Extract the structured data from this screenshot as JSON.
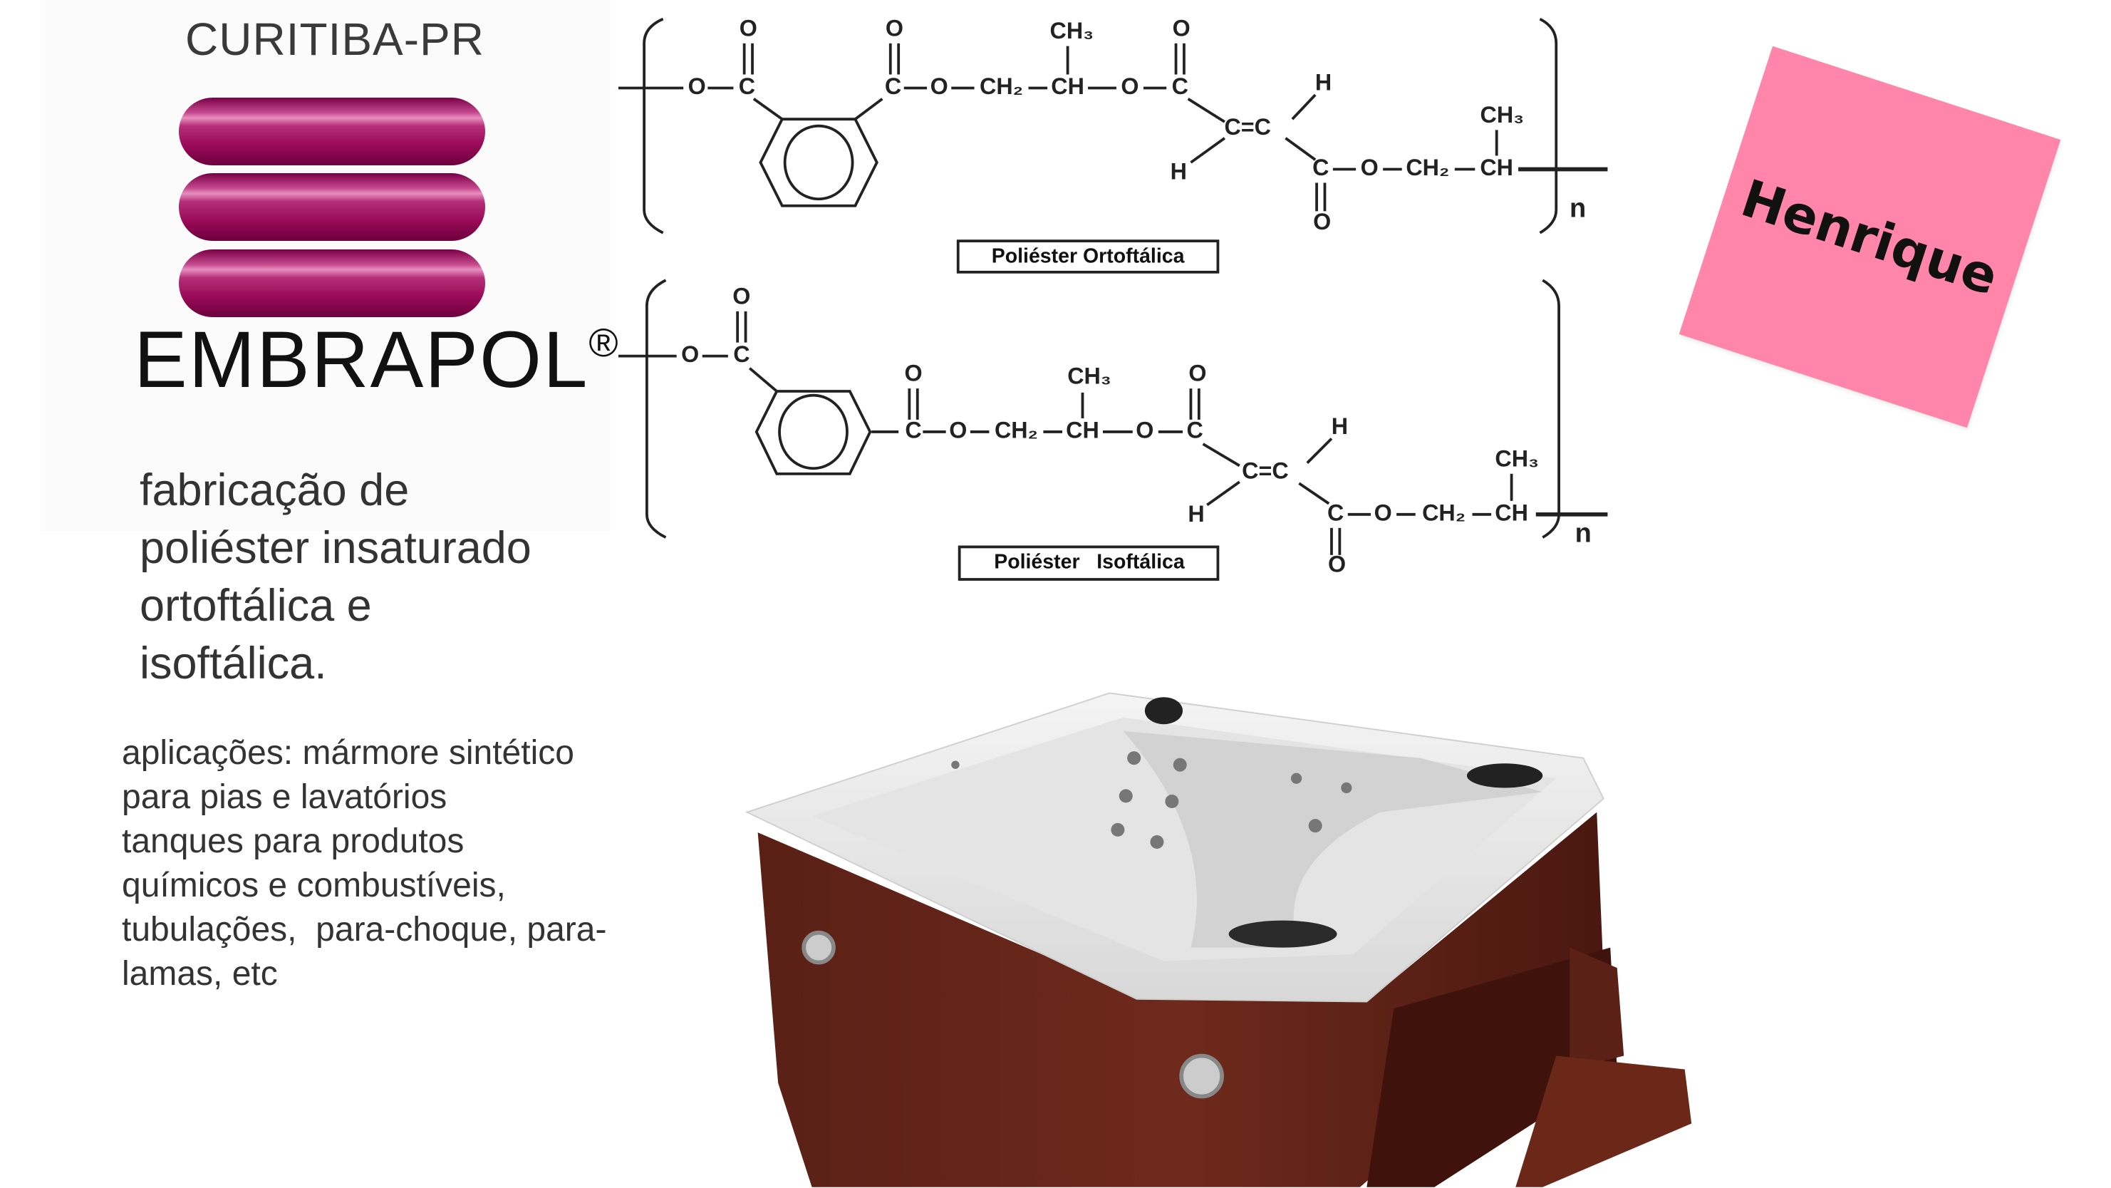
{
  "header": {
    "city": "CURITIBA-PR"
  },
  "logo": {
    "brand": "EMBRAPOL",
    "registered": "®",
    "color": "#9a0a58"
  },
  "headline": [
    "fabricação de",
    "poliéster insaturado",
    "ortoftálica e",
    "isoftálica."
  ],
  "applications": "aplicações: mármore sintético\npara pias e lavatórios\ntanques para produtos\nquímicos e combustíveis,\ntubulações,  para-choque, para-\nlamas, etc",
  "chemistry": {
    "top": {
      "label": "Poliéster Ortoftálica",
      "atoms": [
        "O",
        "C",
        "O",
        "C",
        "O",
        "O",
        "CH₂",
        "CH",
        "CH₃",
        "O",
        "C",
        "O",
        "C=C",
        "H",
        "H",
        "C",
        "O",
        "O",
        "CH₂",
        "CH",
        "CH₃"
      ],
      "repeat": "n"
    },
    "bottom": {
      "label": "Poliéster   Isoftálica",
      "atoms": [
        "O",
        "C",
        "O",
        "C",
        "O",
        "O",
        "CH₂",
        "CH",
        "CH₃",
        "O",
        "C",
        "O",
        "C=C",
        "H",
        "H",
        "C",
        "O",
        "O",
        "CH₂",
        "CH",
        "CH₃"
      ],
      "repeat": "n"
    }
  },
  "sticky_note": {
    "text": "Henrique",
    "color": "#ff85ab"
  },
  "image": {
    "subject": "hot-tub"
  }
}
